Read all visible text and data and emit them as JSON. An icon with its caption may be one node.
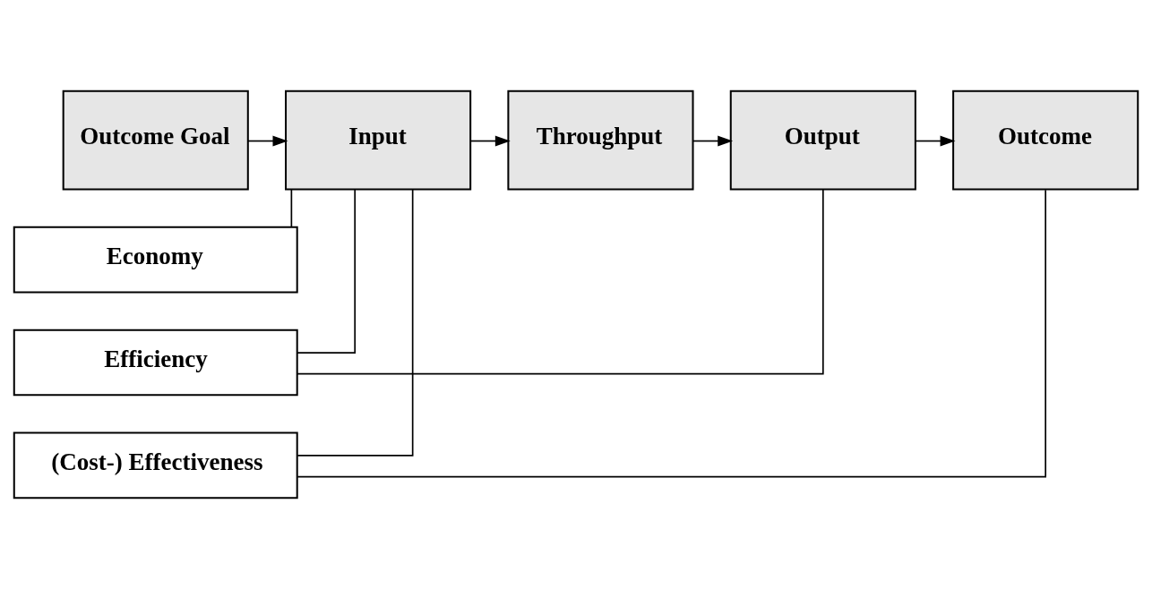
{
  "diagram": {
    "nodes": [
      {
        "text": [
          "Outcome Goal"
        ]
      },
      {
        "text": [
          "Input"
        ]
      },
      {
        "text": [
          "Throughput"
        ]
      },
      {
        "text": [
          "Output"
        ]
      },
      {
        "text": [
          "Outcome"
        ]
      },
      {
        "text": [
          "Economy"
        ]
      },
      {
        "text": [
          "Efficiency"
        ]
      },
      {
        "text": [
          "(Cost-) Effectiveness"
        ]
      }
    ],
    "edges": [
      {
        "from": 0,
        "to": 1,
        "arrow": "to"
      },
      {
        "from": 1,
        "to": 2,
        "arrow": "to"
      },
      {
        "from": 2,
        "to": 3,
        "arrow": "to"
      },
      {
        "from": 3,
        "to": 4,
        "arrow": "to"
      },
      {
        "from": 1,
        "to": 5,
        "arrow": "none"
      },
      {
        "from": 1,
        "to": 6,
        "arrow": "none"
      },
      {
        "from": 3,
        "to": 6,
        "arrow": "none"
      },
      {
        "from": 1,
        "to": 7,
        "arrow": "none"
      },
      {
        "from": 4,
        "to": 7,
        "arrow": "none"
      }
    ]
  }
}
